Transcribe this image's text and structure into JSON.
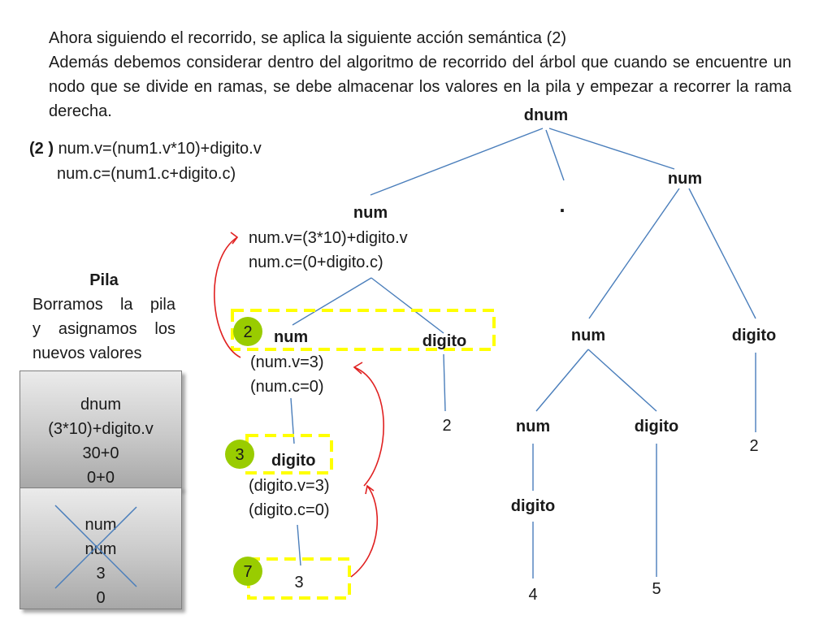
{
  "intro": {
    "line1": "Ahora siguiendo el recorrido,  se aplica la siguiente acción semántica (2)",
    "line2": "Además debemos considerar dentro del algoritmo de recorrido del árbol que cuando se encuentre un nodo que se divide en ramas, se debe almacenar los valores en la pila y empezar a recorrer la rama derecha."
  },
  "action": {
    "label": "(2 )",
    "rule1": "num.v=(num1.v*10)+digito.v",
    "rule2": "num.c=(num1.c+digito.c)"
  },
  "pila": {
    "title": "Pila",
    "line1": "Borramos la pila",
    "line2": "y asignamos los",
    "line3": "nuevos valores",
    "top_box": [
      "dnum",
      "(3*10)+digito.v",
      "30+0",
      "0+0"
    ],
    "bottom_box": [
      "num",
      "num",
      "3",
      "0"
    ]
  },
  "tree": {
    "root": "dnum",
    "dot": ".",
    "right_num": "num",
    "left_num": "num",
    "left_num_v": "num.v=(3*10)+digito.v",
    "left_num_c": "num.c=(0+digito.c)",
    "inner_num": "num",
    "inner_num_v": "(num.v=3)",
    "inner_num_c": "(num.c=0)",
    "inner_digito": "digito",
    "inner_digito_leaf": "2",
    "deep_digito": "digito",
    "deep_digito_v": "(digito.v=3)",
    "deep_digito_c": "(digito.c=0)",
    "deep_leaf": "3",
    "r_num": "num",
    "r_digito": "digito",
    "r_digito_leaf": "2",
    "rr_num": "num",
    "rr_digito": "digito",
    "rr_num_digito": "digito",
    "leaf_4": "4",
    "leaf_5": "5"
  },
  "badges": [
    "2",
    "3",
    "7"
  ],
  "colors": {
    "tree_line": "#4a7ebb",
    "highlight": "#ffff00",
    "badge": "#99cc00",
    "arrow": "#e02020"
  }
}
